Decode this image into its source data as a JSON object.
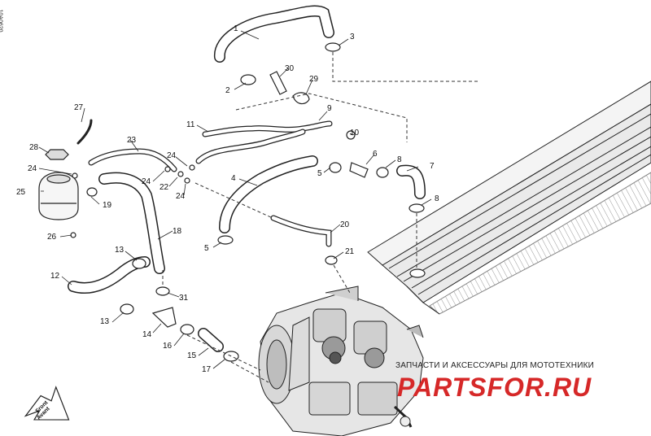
{
  "diagram": {
    "reference_id": "10A0620",
    "callouts": [
      {
        "id": "c1",
        "label": "1"
      },
      {
        "id": "c2",
        "label": "2"
      },
      {
        "id": "c3",
        "label": "3"
      },
      {
        "id": "c4",
        "label": "4"
      },
      {
        "id": "c5a",
        "label": "5"
      },
      {
        "id": "c5b",
        "label": "5"
      },
      {
        "id": "c6",
        "label": "6"
      },
      {
        "id": "c7",
        "label": "7"
      },
      {
        "id": "c8a",
        "label": "8"
      },
      {
        "id": "c8b",
        "label": "8"
      },
      {
        "id": "c9",
        "label": "9"
      },
      {
        "id": "c10",
        "label": "10"
      },
      {
        "id": "c11",
        "label": "11"
      },
      {
        "id": "c12",
        "label": "12"
      },
      {
        "id": "c13a",
        "label": "13"
      },
      {
        "id": "c13b",
        "label": "13"
      },
      {
        "id": "c14",
        "label": "14"
      },
      {
        "id": "c15",
        "label": "15"
      },
      {
        "id": "c16",
        "label": "16"
      },
      {
        "id": "c17",
        "label": "17"
      },
      {
        "id": "c18",
        "label": "18"
      },
      {
        "id": "c19",
        "label": "19"
      },
      {
        "id": "c20",
        "label": "20"
      },
      {
        "id": "c21",
        "label": "21"
      },
      {
        "id": "c22",
        "label": "22"
      },
      {
        "id": "c23",
        "label": "23"
      },
      {
        "id": "c24a",
        "label": "24"
      },
      {
        "id": "c24b",
        "label": "24"
      },
      {
        "id": "c24c",
        "label": "24"
      },
      {
        "id": "c24d",
        "label": "24"
      },
      {
        "id": "c25",
        "label": "25"
      },
      {
        "id": "c26",
        "label": "26"
      },
      {
        "id": "c27",
        "label": "27"
      },
      {
        "id": "c28",
        "label": "28"
      },
      {
        "id": "c29",
        "label": "29"
      },
      {
        "id": "c30",
        "label": "30"
      },
      {
        "id": "c31",
        "label": "31"
      }
    ],
    "front_arrow": {
      "line1": "Front",
      "line2": "Avant"
    }
  },
  "watermark": {
    "tagline": "ЗАПЧАСТИ И АКСЕССУАРЫ ДЛЯ МОТОТЕХНИКИ",
    "brand": "PARTSFOR.RU",
    "brand_color": "#d62828"
  }
}
